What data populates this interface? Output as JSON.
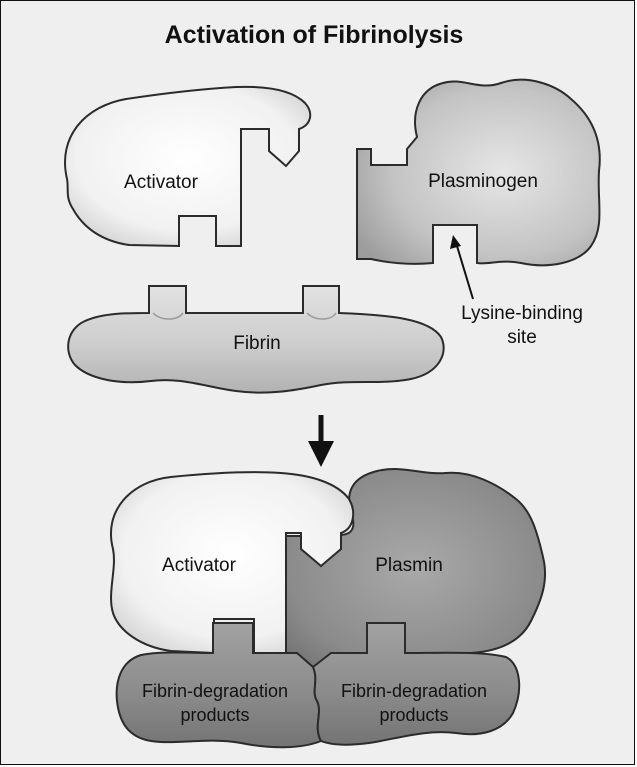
{
  "title": "Activation of Fibrinolysis",
  "before": {
    "activator_label": "Activator",
    "plasminogen_label": "Plasminogen",
    "fibrin_label": "Fibrin",
    "lysine_label_line1": "Lysine-binding",
    "lysine_label_line2": "site"
  },
  "after": {
    "activator_label": "Activator",
    "plasmin_label": "Plasmin",
    "fdp_left_line1": "Fibrin-degradation",
    "fdp_left_line2": "products",
    "fdp_right_line1": "Fibrin-degradation",
    "fdp_right_line2": "products"
  },
  "colors": {
    "light_shape": "#f3f3f3",
    "medium_shape": "#c9c9c9",
    "dark_shape": "#8a8a8a",
    "outline": "#2b2b2b"
  },
  "icons": {
    "flow_arrow": "arrow-down-icon",
    "pointer": "pointer-arrow-icon"
  }
}
